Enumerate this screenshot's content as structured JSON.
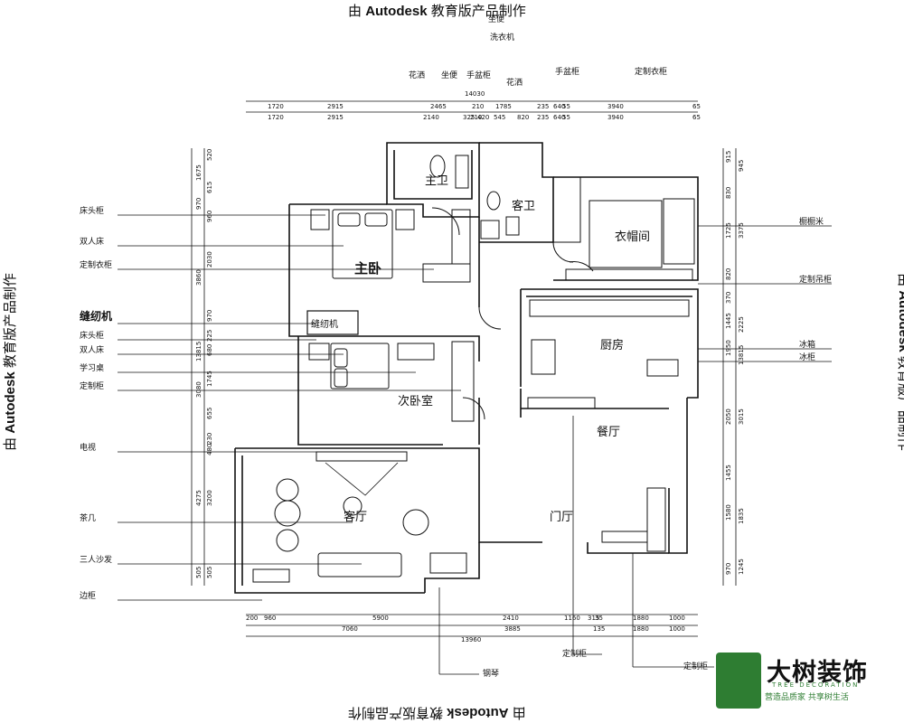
{
  "watermark": {
    "prefix": "由",
    "brand": "Autodesk",
    "suffix": "教育版产品制作"
  },
  "rooms": {
    "master_bath": "主卫",
    "guest_bath": "客卫",
    "cloakroom": "衣帽间",
    "master_bedroom": "主卧",
    "kitchen": "厨房",
    "second_bedroom": "次卧室",
    "dining": "餐厅",
    "living": "客厅",
    "foyer": "门厅",
    "sewing_box": "缝纫机"
  },
  "left_labels": [
    "床头柜",
    "双人床",
    "定制衣柜",
    "缝纫机",
    "床头柜",
    "双人床",
    "学习桌",
    "定制柜",
    "电视",
    "茶几",
    "三人沙发",
    "边柜"
  ],
  "top_labels": [
    "坐便",
    "洗衣机",
    "花洒",
    "坐便",
    "手盆柜",
    "花洒",
    "手盆柜",
    "定制衣柜"
  ],
  "right_labels": [
    "橱橱米",
    "定制吊柜",
    "冰箱",
    "冰柜"
  ],
  "bottom_labels": [
    "定制柜",
    "钢琴",
    "定制柜"
  ],
  "dims": {
    "top_total": "14030",
    "top_row1": [
      "1720",
      "2915",
      "2465",
      "210",
      "1785",
      "235",
      "640",
      "55",
      "3940",
      "65"
    ],
    "top_row2": [
      "1720",
      "2915",
      "2140",
      "325",
      "210",
      "420",
      "545",
      "820",
      "235",
      "640",
      "55",
      "3940",
      "65"
    ],
    "bottom_row1": [
      "200",
      "960",
      "5900",
      "2410",
      "1160",
      "315",
      "35",
      "1880",
      "1000"
    ],
    "bottom_row2": [
      "7060",
      "3885",
      "135",
      "1880",
      "1000"
    ],
    "bottom_total": "13960",
    "left_col1": [
      "1675",
      "970",
      "3860",
      "13815",
      "3080",
      "4275",
      "505"
    ],
    "left_col2": [
      "520",
      "615",
      "960",
      "2030",
      "970",
      "225",
      "680",
      "1745",
      "655",
      "230",
      "480",
      "3200",
      "505"
    ],
    "right_col1": [
      "915",
      "830",
      "1725",
      "820",
      "370",
      "1445",
      "1950",
      "2050",
      "1455",
      "1580",
      "970"
    ],
    "right_col2": [
      "945",
      "3375",
      "2225",
      "13815",
      "3015",
      "1835",
      "1245"
    ]
  },
  "logo": {
    "title": "大树装饰",
    "subtitle": "TREE DECORATION",
    "slogan": "营造品质家  共享树生活"
  },
  "colors": {
    "line": "#111111",
    "brand_green": "#2e7d32"
  }
}
